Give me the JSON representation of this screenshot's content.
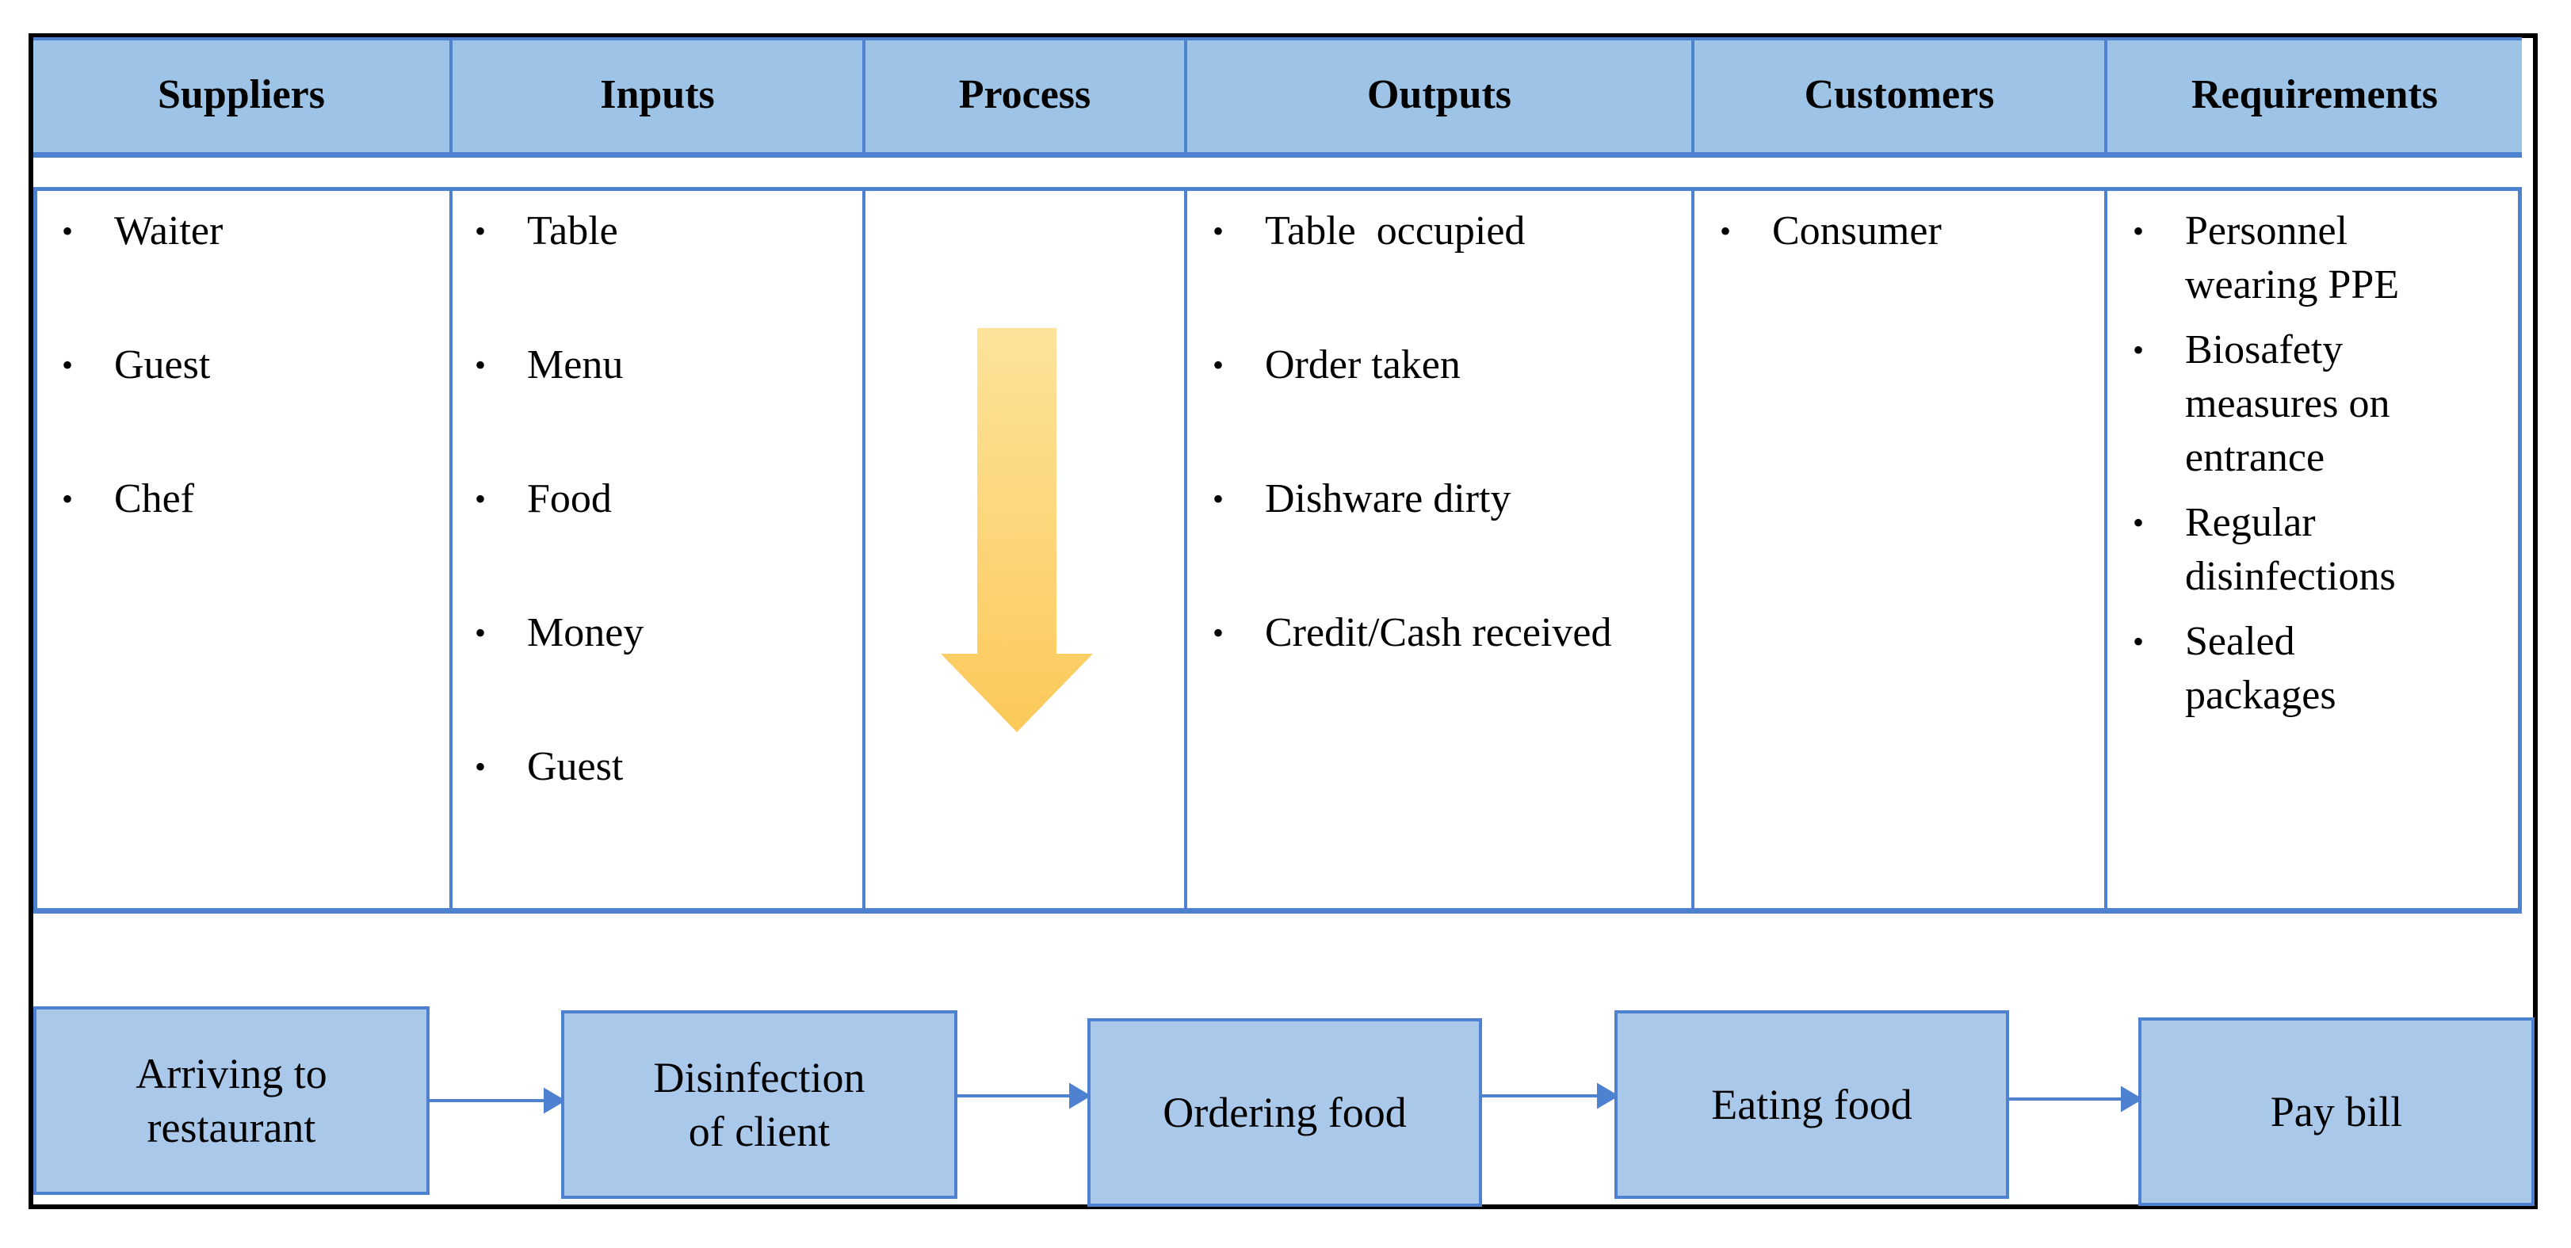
{
  "header": {
    "suppliers": "Suppliers",
    "inputs": "Inputs",
    "process": "Process",
    "outputs": "Outputs",
    "customers": "Customers",
    "requirements": "Requirements"
  },
  "suppliers": [
    "Waiter",
    "Guest",
    "Chef"
  ],
  "inputs": [
    "Table",
    "Menu",
    "Food",
    "Money",
    "Guest"
  ],
  "outputs": [
    "Table  occupied",
    "Order taken",
    "Dishware dirty",
    "Credit/Cash received"
  ],
  "customers": [
    "Consumer"
  ],
  "requirements": [
    {
      "line1": "Personnel",
      "line2": "wearing PPE"
    },
    {
      "line1": "Biosafety",
      "line2": "measures on",
      "line3": "entrance"
    },
    {
      "line1": "Regular",
      "line2": "disinfections"
    },
    {
      "line1": "Sealed",
      "line2": "packages"
    }
  ],
  "flow": [
    {
      "line1": "Arriving to",
      "line2": "restaurant"
    },
    {
      "line1": "Disinfection",
      "line2": "of client"
    },
    {
      "line1": "Ordering food"
    },
    {
      "line1": "Eating food"
    },
    {
      "line1": "Pay bill"
    }
  ],
  "colors": {
    "header_fill": "#9dc3e6",
    "border_blue": "#4f81d1",
    "flow_fill": "#a9c8ea",
    "arrow_light": "#fde39a",
    "arrow_dark": "#fbc95a"
  },
  "icons": {
    "process_arrow": "down-arrow-icon",
    "connector": "right-arrow-icon"
  }
}
